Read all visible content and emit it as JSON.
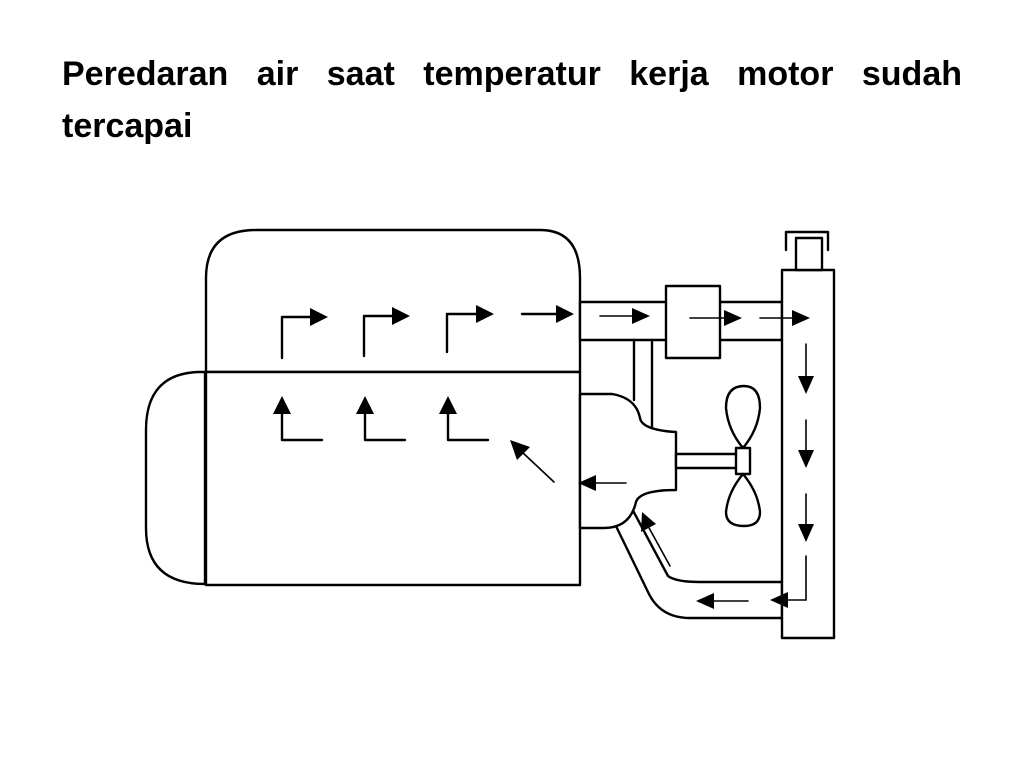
{
  "slide": {
    "title": "Peredaran air saat temperatur kerja motor sudah tercapai"
  },
  "diagram": {
    "components": [
      "engine-head",
      "engine-block",
      "thermostat",
      "water-pump",
      "fan",
      "radiator",
      "radiator-cap",
      "bypass-pipe",
      "lower-hose"
    ],
    "line_color": "#000000",
    "background_color": "#ffffff"
  }
}
